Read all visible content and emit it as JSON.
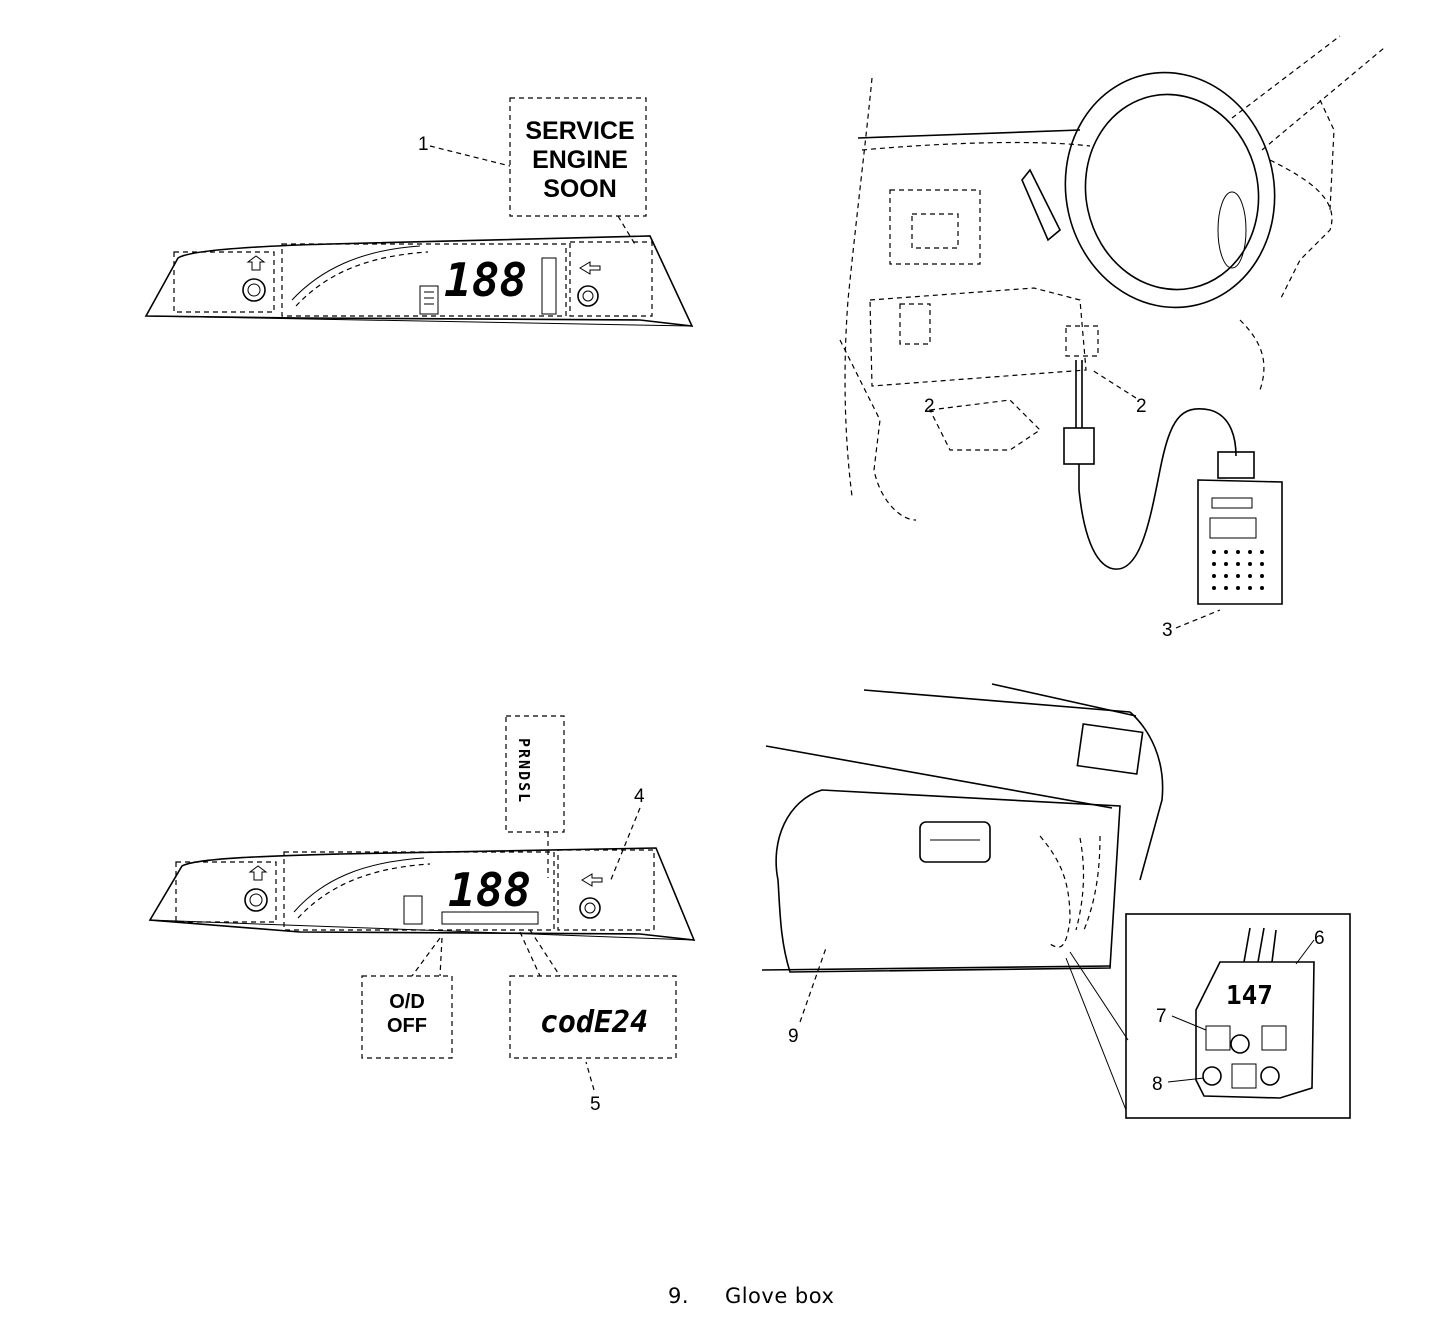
{
  "callouts": {
    "c1": "1",
    "c2a": "2",
    "c2b": "2",
    "c3": "3",
    "c4": "4",
    "c5": "5",
    "c6": "6",
    "c7": "7",
    "c8": "8",
    "c9": "9"
  },
  "service_box": {
    "line1": "SERVICE",
    "line2": "ENGINE",
    "line3": "SOON"
  },
  "speed_readout": "188",
  "speed_readout_2": "188",
  "od_box": {
    "line1": "O/D",
    "line2": "OFF"
  },
  "code_box": {
    "text": "codE24"
  },
  "gear_strip": {
    "letters": "PRNDSL"
  },
  "connector_label": "147",
  "caption": {
    "number": "9.",
    "text": "Glove box"
  }
}
